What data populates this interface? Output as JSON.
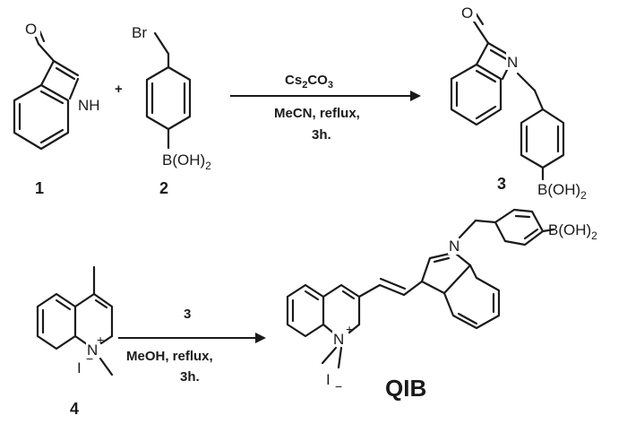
{
  "atoms": {
    "oxygen": "O",
    "nh": "NH",
    "bromine": "Br",
    "nitrogen": "N",
    "boron_group": "B(OH)",
    "boron_subscript": "2",
    "iodide": "I",
    "positive_charge": "+",
    "negative_charge": "−"
  },
  "reaction1": {
    "plus": "+",
    "reagent_prefix": "Cs",
    "reagent_sub1": "2",
    "reagent_mid": "CO",
    "reagent_sub2": "3",
    "solvent": "MeCN, reflux,",
    "time": "3h."
  },
  "reaction2": {
    "reagent": "3",
    "solvent": "MeOH, reflux,",
    "time": "3h."
  },
  "compounds": {
    "c1": "1",
    "c2": "2",
    "c3": "3",
    "c4": "4",
    "product_name": "QIB"
  }
}
